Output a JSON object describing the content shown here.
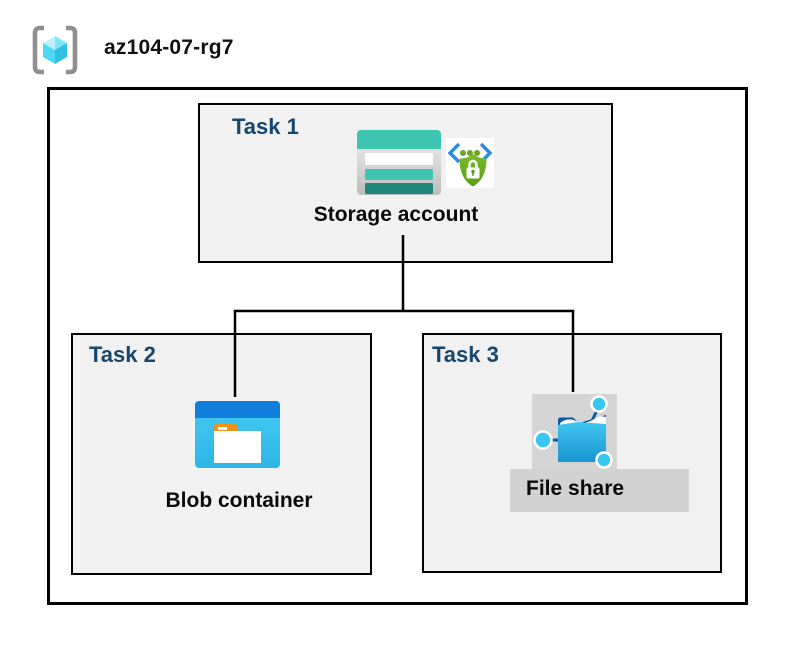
{
  "header": {
    "resource_group": "az104-07-rg7"
  },
  "tasks": [
    {
      "label": "Task 1",
      "resource": "Storage account",
      "icons": [
        "storage-account-icon",
        "sas-security-icon"
      ]
    },
    {
      "label": "Task 2",
      "resource": "Blob container",
      "icons": [
        "blob-container-icon"
      ]
    },
    {
      "label": "Task 3",
      "resource": "File share",
      "icons": [
        "file-share-icon"
      ]
    }
  ],
  "colors": {
    "task_label": "#17466e",
    "box_fill": "#f1f1f1",
    "border": "#000000",
    "highlight_gray": "#d2d2d2",
    "storage_teal": "#3ec5b2",
    "storage_teal_dark": "#20857b",
    "azure_blue": "#0f7fdb",
    "cyan": "#3fc8f1",
    "security_green": "#6aa71f",
    "cube_cyan": "#4fd8f6",
    "bracket_gray": "#8f8f8f"
  }
}
